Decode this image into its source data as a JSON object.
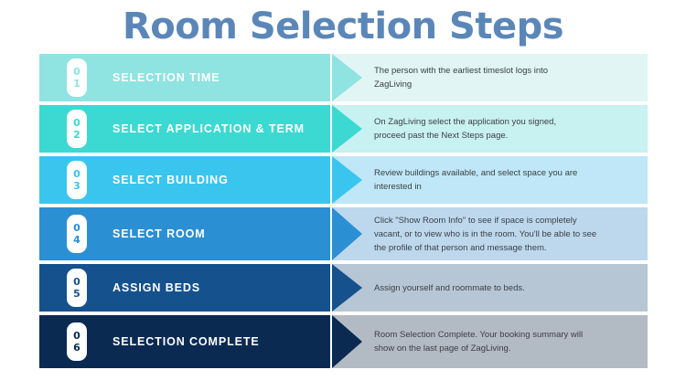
{
  "header": {
    "title": "Room Selection Steps",
    "title_color": "#5b87b8"
  },
  "steps": [
    {
      "number": "01",
      "digit_top": "0",
      "digit_bottom": "1",
      "label": "SELECTION TIME",
      "description": "The person with the earliest timeslot logs into\nZagLiving",
      "bar_color": "#8fe3e0",
      "panel_color": "#e0f5f4",
      "number_color": "#8fe3e0"
    },
    {
      "number": "02",
      "digit_top": "0",
      "digit_bottom": "2",
      "label": "SELECT APPLICATION & TERM",
      "description": "On ZagLiving select the application you signed,\nproceed past the Next Steps page.",
      "bar_color": "#3bd9d1",
      "panel_color": "#c8f1f1",
      "number_color": "#3bd9d1"
    },
    {
      "number": "03",
      "digit_top": "0",
      "digit_bottom": "3",
      "label": "SELECT BUILDING",
      "description": "Review buildings available, and select space you are\ninterested in",
      "bar_color": "#3ac5ef",
      "panel_color": "#bfe7f7",
      "number_color": "#3ac5ef"
    },
    {
      "number": "04",
      "digit_top": "0",
      "digit_bottom": "4",
      "label": "SELECT ROOM",
      "description": "Click \"Show Room Info\" to see if  space is completely\nvacant, or to view who is in the room. You'll be able to see\nthe profile of that person and message them.",
      "bar_color": "#2b8fd4",
      "panel_color": "#bdd8ed",
      "number_color": "#2b8fd4"
    },
    {
      "number": "05",
      "digit_top": "0",
      "digit_bottom": "5",
      "label": "ASSIGN BEDS",
      "description": "Assign yourself and roommate to beds.",
      "bar_color": "#15518d",
      "panel_color": "#b6c6d5",
      "number_color": "#15518d"
    },
    {
      "number": "06",
      "digit_top": "0",
      "digit_bottom": "6",
      "label": "SELECTION COMPLETE",
      "description": "Room Selection Complete. Your booking summary will\nshow on the last page of ZagLiving.",
      "bar_color": "#0a2a52",
      "panel_color": "#b2bac4",
      "number_color": "#0a2a52"
    }
  ]
}
